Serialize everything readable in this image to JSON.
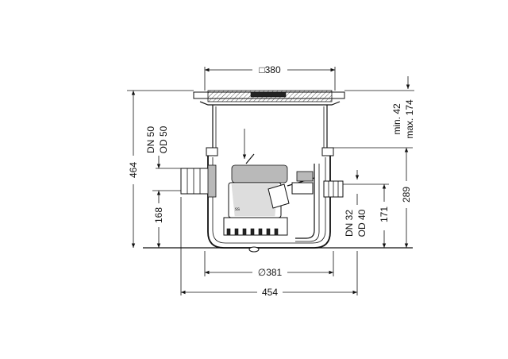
{
  "labels": {
    "lid_width": "□380",
    "body_diameter": "∅381",
    "overall_width": "454",
    "overall_height": "464",
    "inlet_height": "168",
    "outlet_height": "171",
    "top_height": "289",
    "adjust_min": "min. 42",
    "adjust_max": "max. 174",
    "inlet_dn": "DN 50",
    "inlet_od": "OD 50",
    "outlet_dn": "DN 32",
    "outlet_od": "OD 40",
    "pump_mark": "ss"
  }
}
